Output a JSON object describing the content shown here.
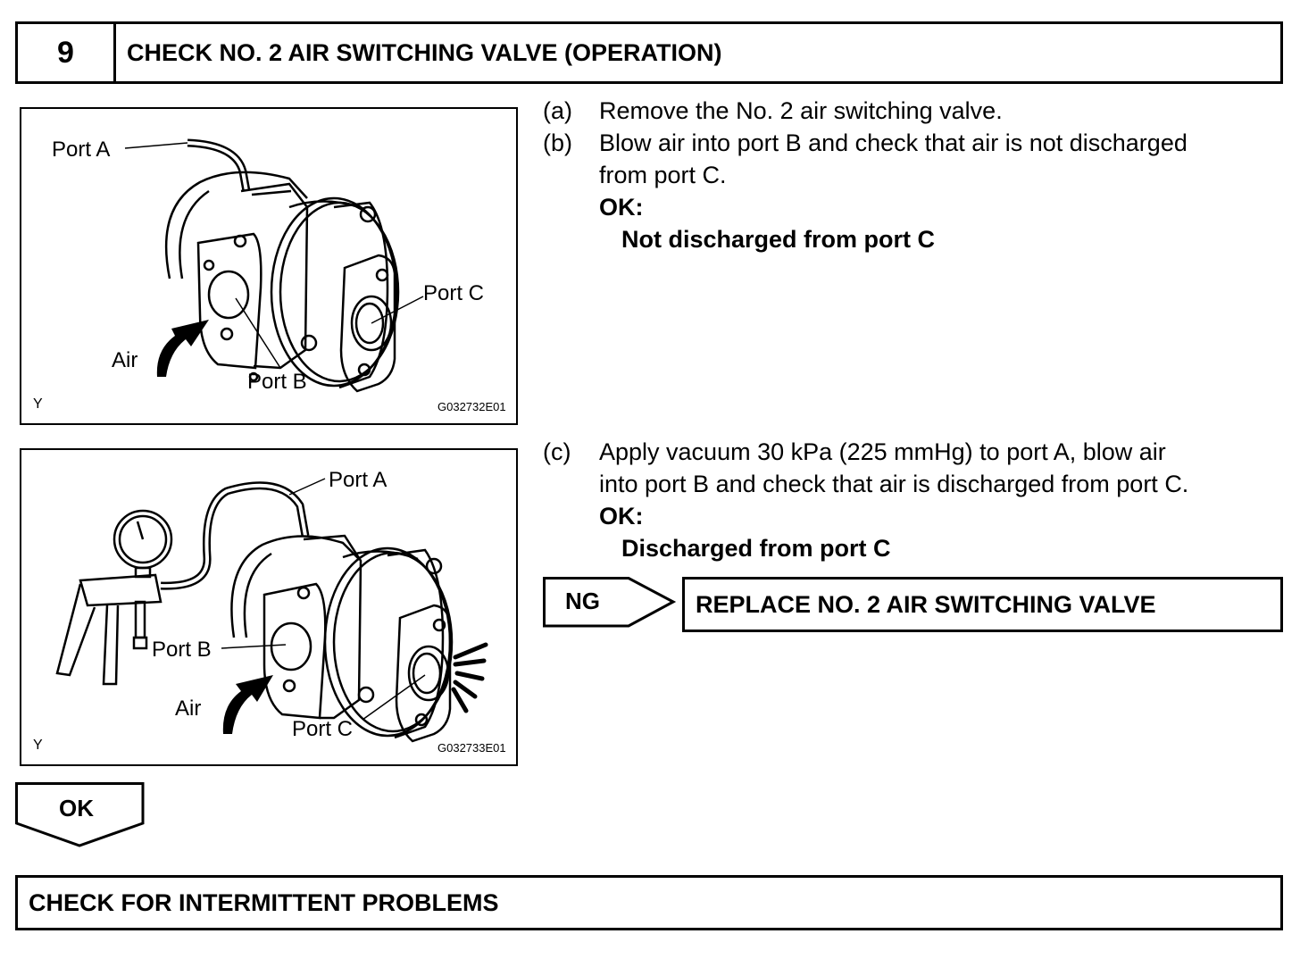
{
  "header": {
    "step_number": "9",
    "title": "CHECK NO. 2 AIR SWITCHING VALVE (OPERATION)"
  },
  "figure1": {
    "labels": {
      "port_a": "Port A",
      "port_b": "Port B",
      "port_c": "Port C",
      "air": "Air"
    },
    "corner_mark": "Y",
    "figure_id": "G032732E01"
  },
  "figure2": {
    "labels": {
      "port_a": "Port A",
      "port_b": "Port B",
      "port_c": "Port C",
      "air": "Air"
    },
    "corner_mark": "Y",
    "figure_id": "G032733E01"
  },
  "steps": {
    "a": {
      "marker": "(a)",
      "text": "Remove the No. 2 air switching valve."
    },
    "b": {
      "marker": "(b)",
      "line1": "Blow air into port B and check that air is not discharged",
      "line2": "from port C.",
      "ok_label": "OK:",
      "ok_value": "Not discharged from port C"
    },
    "c": {
      "marker": "(c)",
      "line1": "Apply vacuum 30 kPa (225 mmHg) to port A, blow air",
      "line2": "into port B and check that air is discharged from port C.",
      "ok_label": "OK:",
      "ok_value": "Discharged from port C"
    }
  },
  "ng_branch": {
    "label": "NG",
    "result": "REPLACE NO. 2 AIR SWITCHING VALVE"
  },
  "ok_branch": {
    "label": "OK",
    "result": "CHECK FOR INTERMITTENT PROBLEMS"
  }
}
